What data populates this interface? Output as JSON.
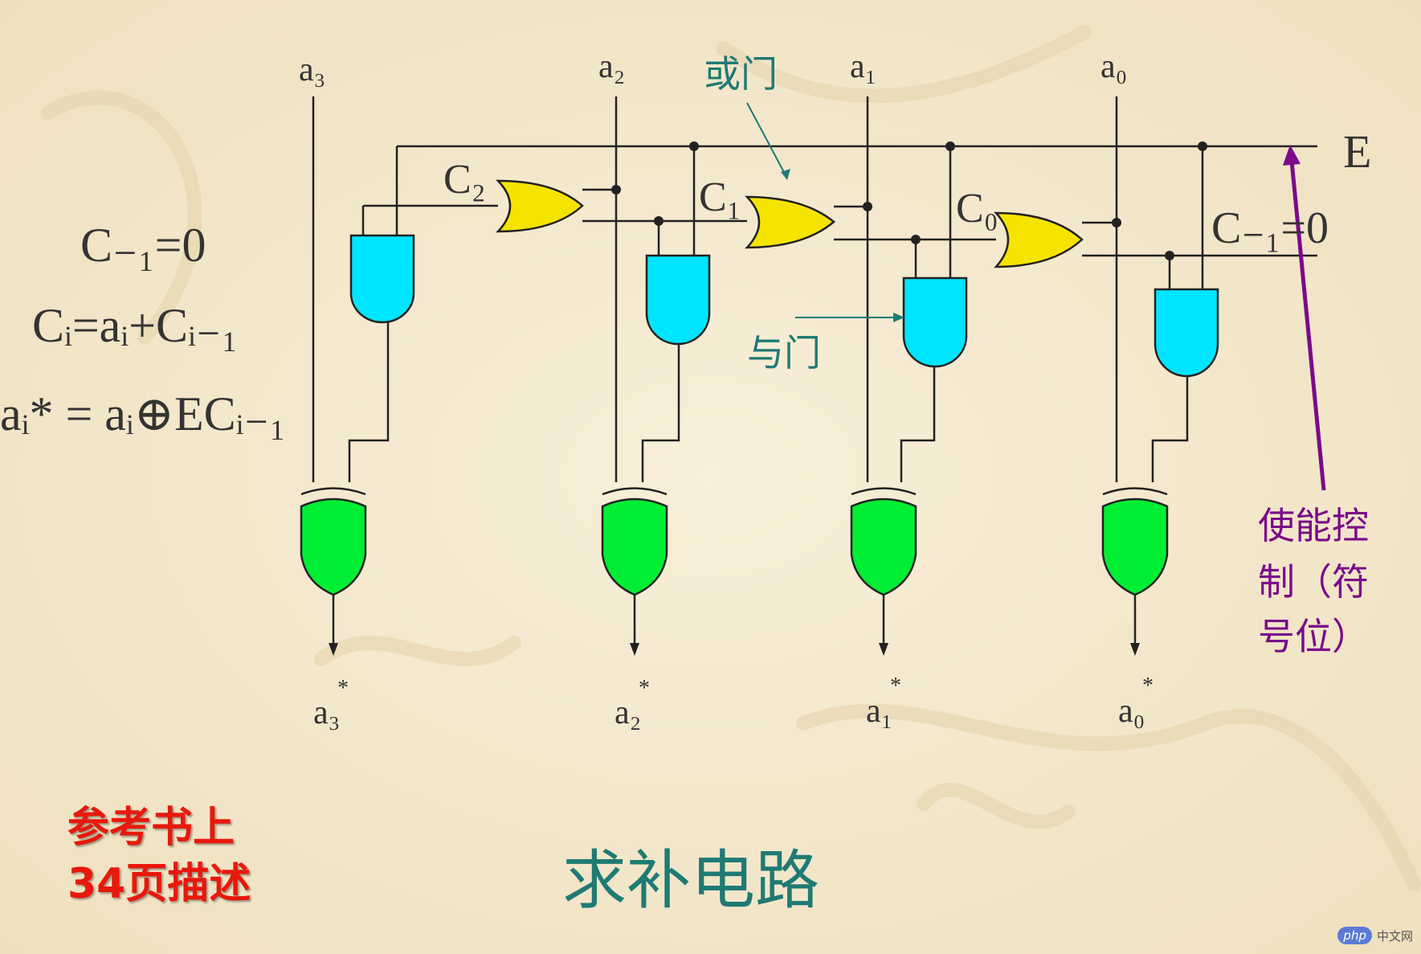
{
  "inputs": [
    "a₃",
    "a₂",
    "a₁",
    "a₀"
  ],
  "outputs": [
    "a₃",
    "a₂",
    "a₁",
    "a₀"
  ],
  "output_star": "*",
  "enable_label": "E",
  "carry_labels": [
    "C₂",
    "C₁",
    "C₀"
  ],
  "carry_init_right": "C₋₁=0",
  "or_gate_label": "或门",
  "and_gate_label": "与门",
  "enable_note": [
    "使能控",
    "制（符",
    "号位）"
  ],
  "formulas": {
    "init": "C₋₁=0",
    "carry": "Cᵢ=aᵢ+Cᵢ₋₁",
    "output": "aᵢ* = aᵢ⊕ECᵢ₋₁"
  },
  "ref_note": [
    "参考书上",
    "34页描述"
  ],
  "title": "求补电路",
  "watermark": {
    "logo": "php",
    "site": "中文网"
  },
  "colors": {
    "or_gate": "#f5e400",
    "and_gate": "#00e5ff",
    "xor_gate": "#00ee33",
    "teal_text": "#1f7a74",
    "purple": "#7a0a8a",
    "red": "#e8180c"
  }
}
